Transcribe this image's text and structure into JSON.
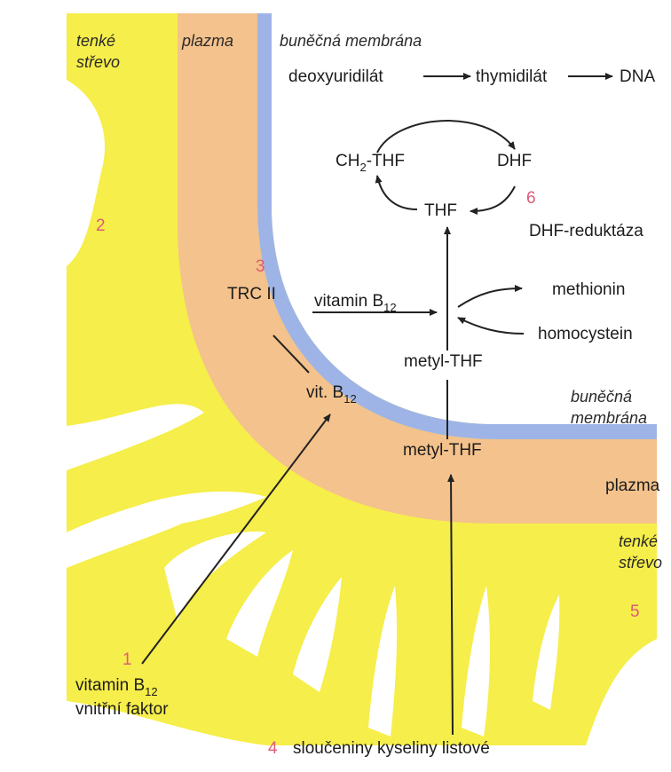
{
  "labels": {
    "tenke_strevo_top": [
      "tenké",
      "střevo"
    ],
    "plazma_top": "plazma",
    "bunecna_membrana_top": "buněčná membrána",
    "deoxyuridilat": "deoxyuridilát",
    "thymidilat": "thymidilát",
    "dna": "DNA",
    "ch2_thf_main": "CH",
    "ch2_thf_sub": "2",
    "ch2_thf_rest": "-THF",
    "dhf": "DHF",
    "thf": "THF",
    "dhf_reduktaza": "DHF-reduktáza",
    "vitamin_b12_inner": "vitamin B",
    "vitamin_b12_inner_sub": "12",
    "methionin": "methionin",
    "homocystein": "homocystein",
    "trc_ii": "TRC II",
    "vit_b12_main": "vit. B",
    "vit_b12_sub": "12",
    "metyl_thf_inner": "metyl-THF",
    "metyl_thf_plasma": "metyl-THF",
    "bunecna_membrana_right": [
      "buněčná",
      "membrána"
    ],
    "plazma_right": "plazma",
    "tenke_strevo_right": [
      "tenké",
      "střevo"
    ],
    "vitamin_b12_bottom_main": "vitamin B",
    "vitamin_b12_bottom_sub": "12",
    "vnitrni_faktor": "vnitřní faktor",
    "slouceniny": "sloučeniny kyseliny listové"
  },
  "numbers": {
    "n1": "1",
    "n2": "2",
    "n3": "3",
    "n4": "4",
    "n5": "5",
    "n6": "6"
  },
  "colors": {
    "intestine": "#f6ee4a",
    "plasma": "#f4c28c",
    "membrane": "#9fb4e6",
    "cell": "#ffffff",
    "numbers": "#e05a7a",
    "arrows": "#222222"
  }
}
